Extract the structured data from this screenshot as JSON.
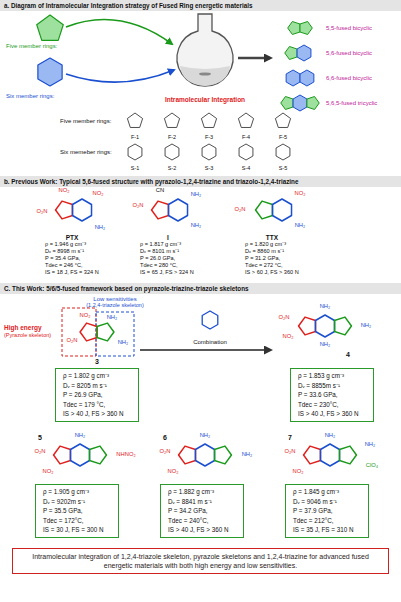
{
  "diagram": {
    "nodes": [
      {
        "text": [
          "a. Diagram of Intramolecular Integration strategy of Fused Ring energetic materials"
        ]
      },
      {
        "text": [
          "b. Previous Work: Typical 5,6-fused structure with pyrazolo-1,2,4-triazine and triazolo-1,2,4-triazine"
        ]
      },
      {
        "text": [
          "C. This Work: 5/6/5-fused framework based on pyrazole-triazine-triazole skeletons"
        ]
      },
      {
        "text": [
          "ρ = 1.802 g cm⁻³",
          "Dᵥ = 8205 m s⁻¹",
          "P = 26.9 GPa,",
          "Tdec = 179 °C,",
          "IS > 40 J, FS > 360 N"
        ]
      },
      {
        "text": [
          "ρ = 1.853 g cm⁻³",
          "Dᵥ = 8855m s⁻¹",
          "P = 33.6 GPa,",
          "Tdec = 230°C,",
          "IS > 40 J, FS > 360 N"
        ]
      },
      {
        "text": [
          "ρ = 1.905 g cm⁻³",
          "Dᵥ = 9202m s⁻¹",
          "P = 35.5 GPa,",
          "Tdec = 172°C,",
          "IS = 30 J, FS = 300 N"
        ]
      },
      {
        "text": [
          "ρ = 1.882 g cm⁻³",
          "Dᵥ = 8841 m s⁻¹",
          "P = 34.2 GPa,",
          "Tdec = 240°C,",
          "IS > 40 J, FS > 360 N"
        ]
      },
      {
        "text": [
          "ρ = 1.845 g cm⁻³",
          "Dᵥ = 9046 m s⁻¹",
          "P = 37.9 GPa,",
          "Tdec = 212°C,",
          "IS = 35 J, FS = 310 N"
        ]
      },
      {
        "text": [
          "Intramolecular integration of 1,2,4-triazole skeleton, pyrazole skeletons and 1,2,4-triazine for advanced fused energetic materials with both high energy and low sensitivities."
        ]
      }
    ],
    "labels": [
      "Five member rings:",
      "Six member rings:",
      "Intramolecular Integration",
      "5,5-fused bicyclic",
      "5,6-fused bicyclic",
      "6,6-fused bicyclic",
      "5,6,5-fused tricyclic",
      "Five member rings:",
      "F-1",
      "F-2",
      "F-3",
      "F-4",
      "F-5",
      "Six memeber rings:",
      "S-1",
      "S-2",
      "S-3",
      "S-4",
      "S-5",
      "PTX",
      "I",
      "TTX",
      "ρ = 1.946 g cm⁻³",
      "Dᵥ = 8998 m s⁻¹",
      "P = 35.4 GPa,",
      "Tdec = 246 °C,",
      "IS = 18 J, FS = 324 N",
      "ρ = 1.817 g cm⁻³",
      "Dᵥ = 8101 m s⁻¹",
      "P = 26.0 GPa,",
      "Tdec = 280 °C,",
      "IS = 65 J, FS > 324 N",
      "ρ = 1.820 g cm⁻³",
      "Dᵥ = 8860 m s⁻¹",
      "P = 31.2 GPa,",
      "Tdec = 272 °C,",
      "IS > 60 J, FS > 360 N",
      "NO₂",
      "O₂N",
      "NO₂",
      "NH₂",
      "O₂N",
      "CN",
      "NH₂",
      "NH₂",
      "O₂N",
      "NO₂",
      "NH₂",
      "Low sensitivities",
      "(1,2,4-triazole skeleton)",
      "High energy",
      "(Pyrazole skeleton)",
      "O₂N",
      "NO₂",
      "NH₂",
      "NH₂",
      "3",
      "Combination",
      "4",
      "NH₂",
      "O₂N",
      "NO₂",
      "NH₂",
      "NH₂",
      "5",
      "NH₂",
      "O₂N",
      "NO₂",
      "NHNO₂",
      "6",
      "NH₂",
      "O₂N",
      "NO₂",
      "NH₂",
      "7",
      "NH₂",
      "O₂N",
      "NO₂",
      "NH₂",
      "ClO₄"
    ]
  }
}
